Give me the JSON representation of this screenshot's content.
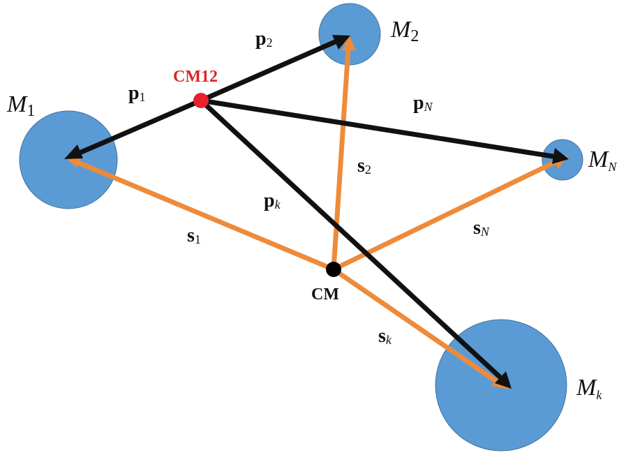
{
  "colors": {
    "mass_fill": "#5b9bd5",
    "p_vectors": "#111111",
    "s_vectors": "#ed8b3a",
    "cm12_point": "#e8202a",
    "cm_point": "#000000"
  },
  "masses": [
    {
      "id": "m1",
      "label": "M",
      "sub": "1"
    },
    {
      "id": "m2",
      "label": "M",
      "sub": "2"
    },
    {
      "id": "mN",
      "label": "M",
      "sub": "N"
    },
    {
      "id": "mk",
      "label": "M",
      "sub": "k"
    }
  ],
  "points": {
    "cm12": {
      "label": "CM12"
    },
    "cm": {
      "label": "CM"
    }
  },
  "vectors": {
    "p1": {
      "label": "p",
      "sub": "1"
    },
    "p2": {
      "label": "p",
      "sub": "2"
    },
    "pN": {
      "label": "p",
      "sub": "N"
    },
    "pk": {
      "label": "p",
      "sub": "k"
    },
    "s1": {
      "label": "s",
      "sub": "1"
    },
    "s2": {
      "label": "s",
      "sub": "2"
    },
    "sN": {
      "label": "s",
      "sub": "N"
    },
    "sk": {
      "label": "s",
      "sub": "k"
    }
  }
}
